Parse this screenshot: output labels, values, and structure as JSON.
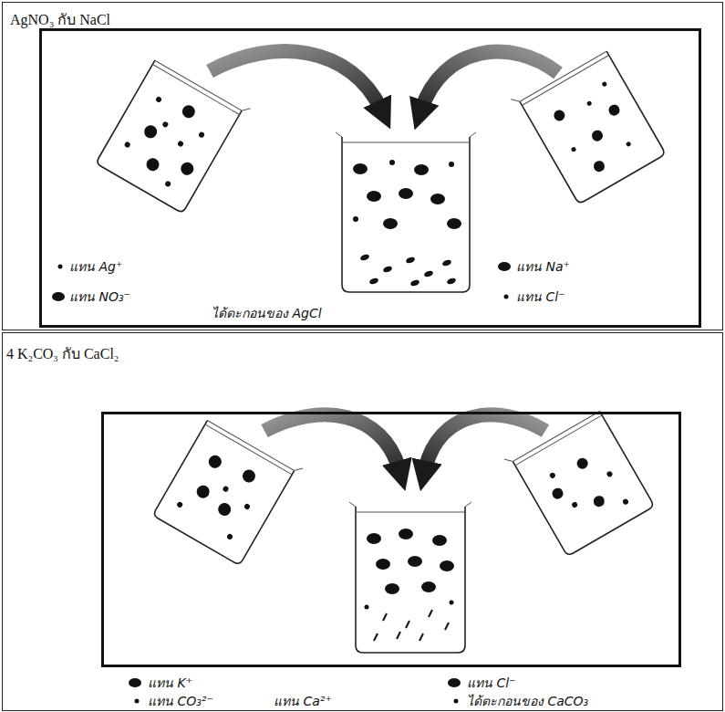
{
  "diagram": {
    "nodes": [
      {
        "text": [
          "AgNO₃ กับ NaCl"
        ]
      },
      {
        "text": [
          "4 K₂CO₃ กับ CaCl₂"
        ]
      }
    ],
    "labels": [
      "แทน Ag⁺",
      "แทน NO₃⁻",
      "แทน Na⁺",
      "แทน Cl⁻",
      "ได้ตะกอนของ AgCl",
      "แทน K⁺",
      "แทน CO₃²⁻",
      "แทน Ca²⁺",
      "แทน Cl⁻",
      "ได้ตะกอนของ CaCO₃"
    ]
  }
}
